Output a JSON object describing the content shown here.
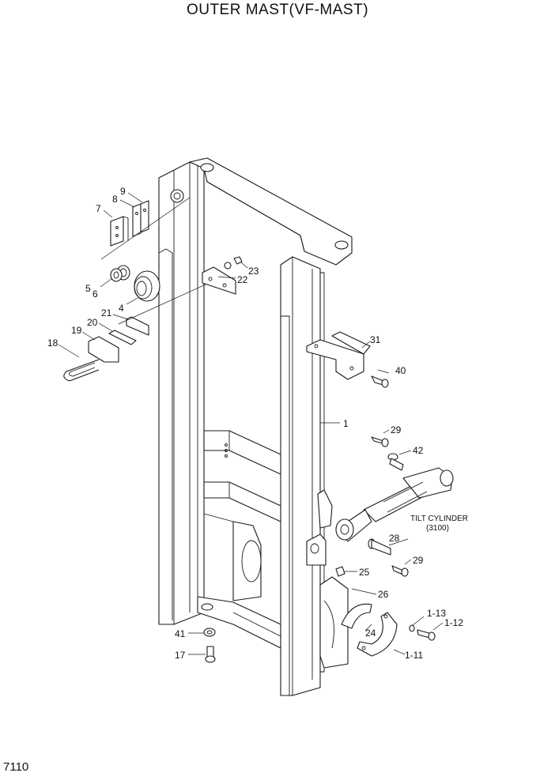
{
  "title": "OUTER MAST(VF-MAST)",
  "page_number": "7110",
  "callouts": {
    "p1": "1",
    "p4": "4",
    "p5": "5",
    "p6": "6",
    "p7": "7",
    "p8": "8",
    "p9": "9",
    "p17": "17",
    "p18": "18",
    "p19": "19",
    "p20": "20",
    "p21": "21",
    "p22": "22",
    "p23": "23",
    "p24": "24",
    "p25": "25",
    "p26": "26",
    "p28": "28",
    "p29a": "29",
    "p29b": "29",
    "p31": "31",
    "p40": "40",
    "p41": "41",
    "p42": "42",
    "p1_11": "1-11",
    "p1_12": "1-12",
    "p1_13": "1-13"
  },
  "tilt_cylinder": {
    "label": "TILT CYLINDER",
    "ref": "(3100)"
  }
}
